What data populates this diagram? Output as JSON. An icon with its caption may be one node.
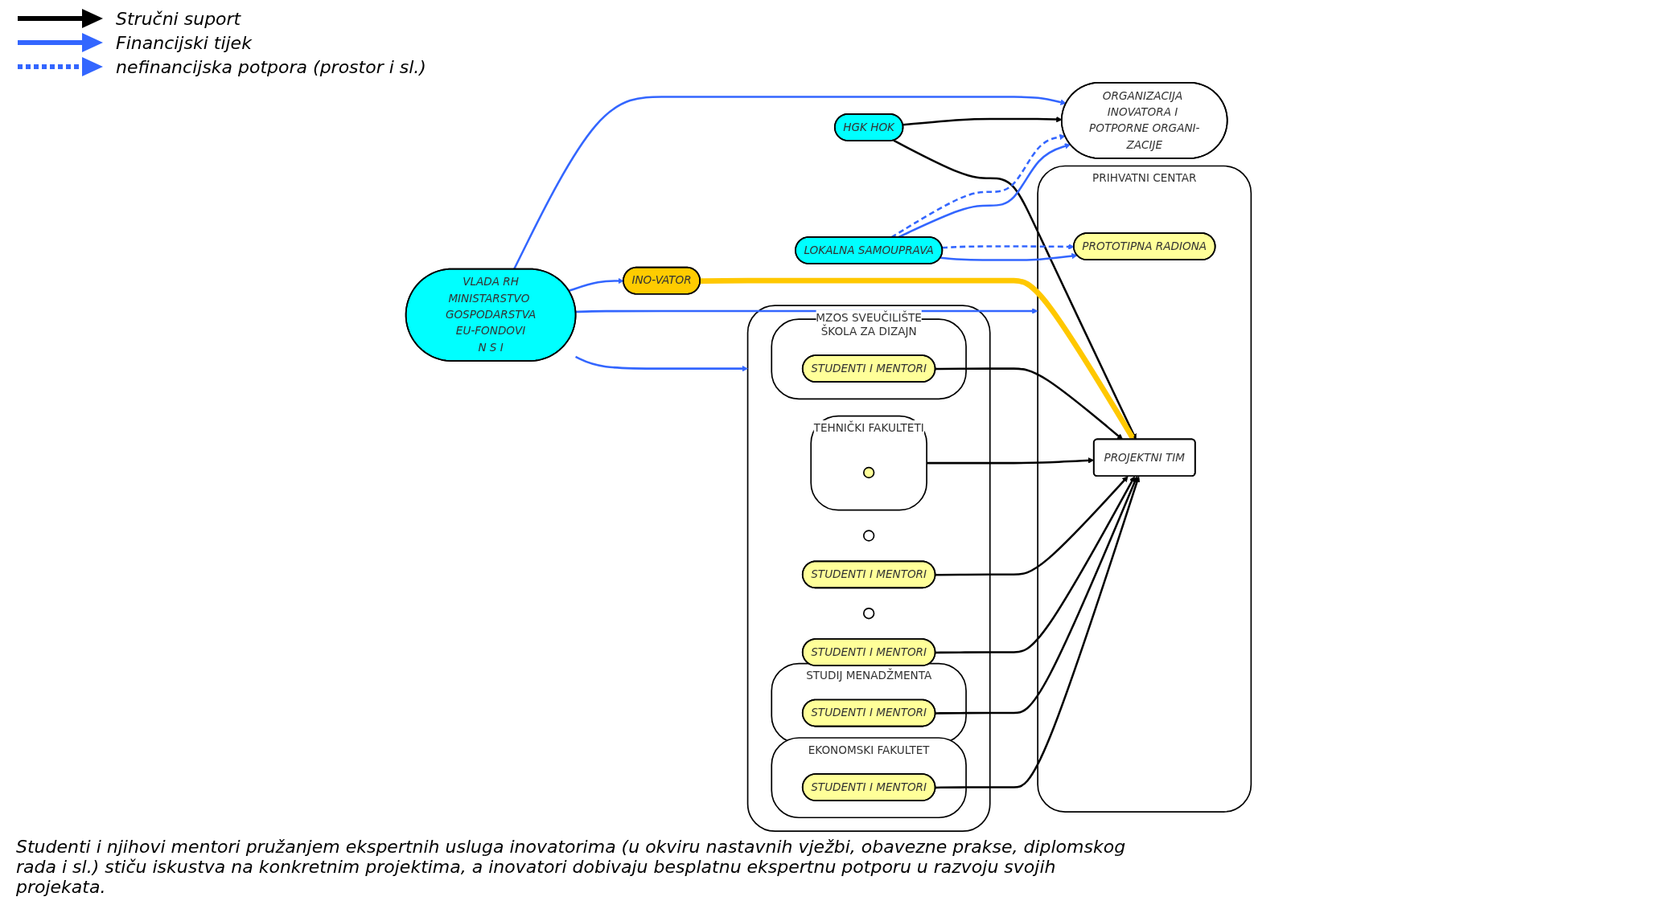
{
  "diagram": {
    "caption": "Studenti i njihovi mentori pružanjem ekspertnih usluga inovatorima (u okviru nastavnih vježbi, obavezne prakse, diplomskog rada i sl.) stiču iskustva na konkretnim projektima, a inovatori dobivaju besplatnu ekspertnu potporu u razvoju svojih projekata.",
    "nodes": [
      {
        "text": [
          "VLADA RH",
          "MINISTARSTVO GOSPODARSTVA",
          "EU-FONDOVI",
          "N S I"
        ]
      },
      {
        "text": [
          "ORGANIZACIJA INOVATORA I POTPORNE ORGANI-ZACIJE"
        ]
      },
      {
        "text": [
          "INO-VATOR"
        ]
      },
      {
        "text": [
          "HGK HOK"
        ]
      },
      {
        "text": [
          "LOKALNA SAMOUPRAVA"
        ]
      },
      {
        "text": [
          "PRIHVATNI CENTAR"
        ]
      },
      {
        "text": [
          "PROJEKTNI TIM"
        ],
        "in": 5
      },
      {
        "text": [
          "PROTOTIPNA RADIONA"
        ],
        "in": 5
      },
      {
        "text": [
          "MZOS",
          "SVEUČILIŠTE"
        ]
      },
      {
        "text": [
          "TEHNIČKI FAKULTETI"
        ],
        "in": 8
      },
      {
        "text": [],
        "shape": "circle",
        "in": 9
      },
      {
        "text": [
          "EKONOMSKI FAKULTET"
        ],
        "in": 8
      },
      {
        "text": [
          "STUDENTI I MENTORI"
        ],
        "in": 11
      },
      {
        "text": [],
        "shape": "circle",
        "in": 8
      },
      {
        "text": [
          "STUDIJ MENADŽMENTA"
        ],
        "in": 8
      },
      {
        "text": [
          "STUDENTI I MENTORI"
        ],
        "in": 14
      },
      {
        "text": [
          "STUDENTI I MENTORI"
        ],
        "in": 8
      },
      {
        "text": [
          "ŠKOLA ZA DIZAJN"
        ],
        "in": 8
      },
      {
        "text": [
          "STUDENTI I MENTORI"
        ],
        "in": 17
      },
      {
        "text": [],
        "shape": "circle",
        "in": 8
      },
      {
        "text": [
          "STUDENTI I MENTORI"
        ],
        "in": 8
      }
    ],
    "edges": [
      {
        "from": 0,
        "to": 1,
        "arrow": "to",
        "color": "#3366ff"
      },
      {
        "from": 0,
        "to": 2,
        "arrow": "to",
        "color": "#3366ff"
      },
      {
        "from": 0,
        "to": 5,
        "arrow": "to",
        "color": "#3366ff"
      },
      {
        "from": 0,
        "to": 8,
        "arrow": "to",
        "color": "#3366ff"
      },
      {
        "from": 3,
        "to": 1,
        "arrow": "to",
        "color": "#000000"
      },
      {
        "from": 3,
        "to": 6,
        "arrow": "to",
        "color": "#000000"
      },
      {
        "from": 2,
        "to": 6,
        "arrow": "to",
        "style": "thick",
        "color": "#ffc800"
      },
      {
        "from": 4,
        "to": 1,
        "arrow": "to",
        "style": "dashed",
        "color": "#3366ff"
      },
      {
        "from": 4,
        "to": 1,
        "arrow": "to",
        "color": "#3366ff"
      },
      {
        "from": 4,
        "to": 7,
        "arrow": "to",
        "style": "dashed",
        "color": "#3366ff"
      },
      {
        "from": 4,
        "to": 7,
        "arrow": "to",
        "color": "#3366ff"
      },
      {
        "from": 9,
        "to": 6,
        "arrow": "to",
        "color": "#000000"
      },
      {
        "from": 12,
        "to": 6,
        "arrow": "to",
        "color": "#000000"
      },
      {
        "from": 15,
        "to": 6,
        "arrow": "to",
        "color": "#000000"
      },
      {
        "from": 16,
        "to": 6,
        "arrow": "to",
        "color": "#000000"
      },
      {
        "from": 18,
        "to": 6,
        "arrow": "to",
        "color": "#000000"
      },
      {
        "from": 20,
        "to": 6,
        "arrow": "to",
        "color": "#000000"
      }
    ],
    "legend": [
      {
        "text": "Stručni suport"
      },
      {
        "text": "Financijski tijek"
      },
      {
        "text": "nefinancijska potpora (prostor i sl.)"
      }
    ]
  }
}
